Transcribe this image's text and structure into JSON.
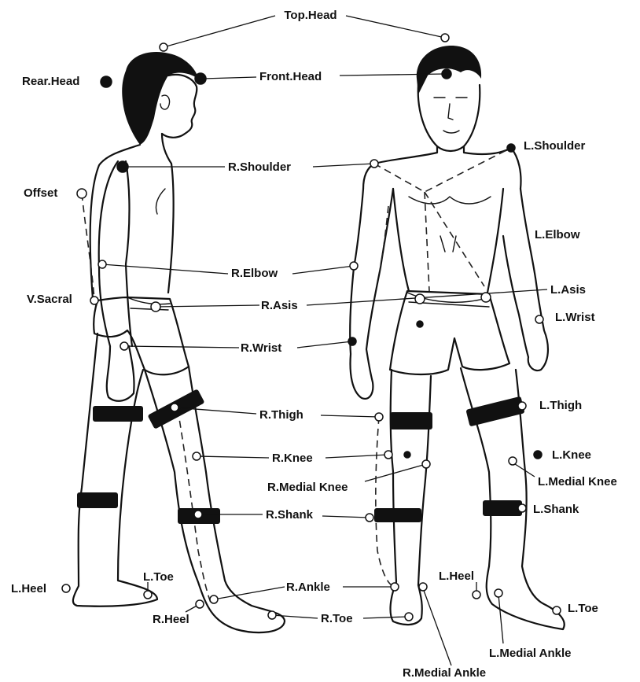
{
  "labels": {
    "top_head": "Top.Head",
    "rear_head": "Rear.Head",
    "front_head": "Front.Head",
    "r_shoulder": "R.Shoulder",
    "l_shoulder": "L.Shoulder",
    "offset": "Offset",
    "l_elbow": "L.Elbow",
    "r_elbow": "R.Elbow",
    "v_sacral": "V.Sacral",
    "r_asis": "R.Asis",
    "l_asis": "L.Asis",
    "l_wrist": "L.Wrist",
    "r_wrist": "R.Wrist",
    "r_thigh": "R.Thigh",
    "l_thigh": "L.Thigh",
    "r_knee": "R.Knee",
    "l_knee": "L.Knee",
    "r_medial_knee": "R.Medial Knee",
    "l_medial_knee": "L.Medial Knee",
    "r_shank": "R.Shank",
    "l_shank": "L.Shank",
    "l_heel_side": "L.Heel",
    "l_toe_side": "L.Toe",
    "r_heel": "R.Heel",
    "r_ankle": "R.Ankle",
    "r_toe": "R.Toe",
    "l_heel_front": "L.Heel",
    "l_toe_front": "L.Toe",
    "l_medial_ankle": "L.Medial Ankle",
    "r_medial_ankle": "R.Medial Ankle"
  },
  "colors": {
    "ink": "#111111",
    "background": "#ffffff"
  },
  "marker_styles": {
    "open": "hollow circle",
    "filled": "solid circle"
  }
}
